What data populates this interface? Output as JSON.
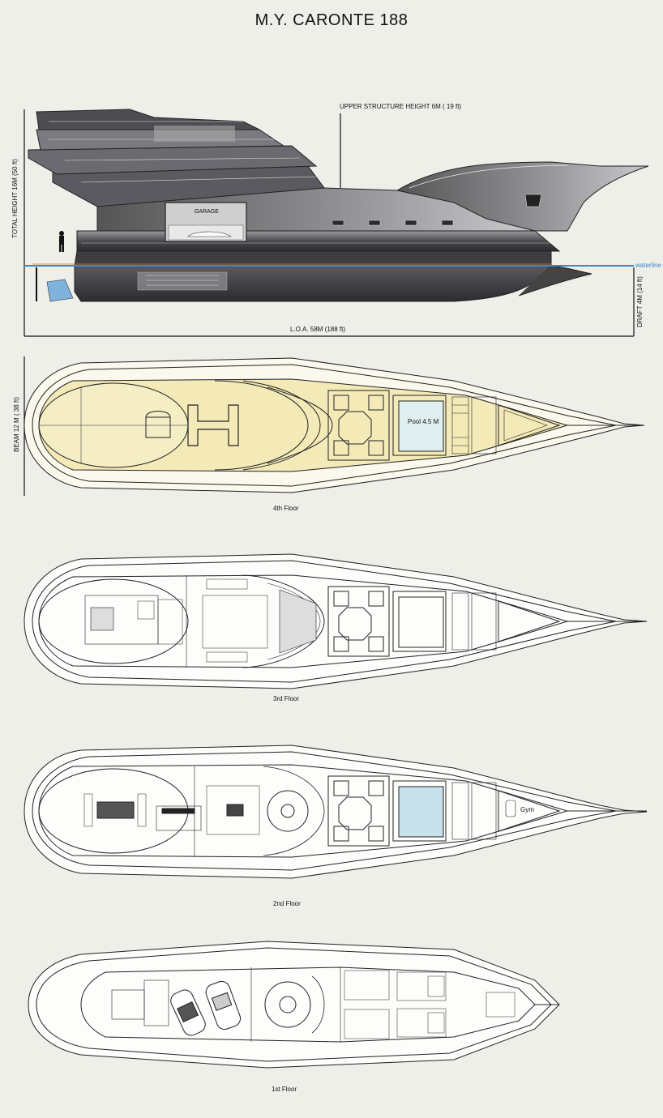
{
  "title": "M.Y. CARONTE 188",
  "profile": {
    "upper_structure": "UPPER STRUCTURE HEIGHT  6M ( 19 ft)",
    "total_height": "TOTAL HEIGHT 16M (50 ft)",
    "garage": "GARAGE",
    "waterline": "waterline",
    "draft": "DRAFT 4M (14 ft)",
    "loa": "L.O.A. 58M (188 ft)"
  },
  "plans": {
    "beam": "BEAM 12 M ( 38 ft)",
    "pool": "Pool 4.5 M",
    "gym": "Gym",
    "floors": [
      "4th Floor",
      "3rd Floor",
      "2nd Floor",
      "1st Floor"
    ]
  },
  "colors": {
    "background": "#efefe9",
    "hull_dark": "#3e3e42",
    "deck_yellow": "#f3eab8",
    "waterline": "#3a86c8",
    "pool": "#c7e0ea"
  }
}
